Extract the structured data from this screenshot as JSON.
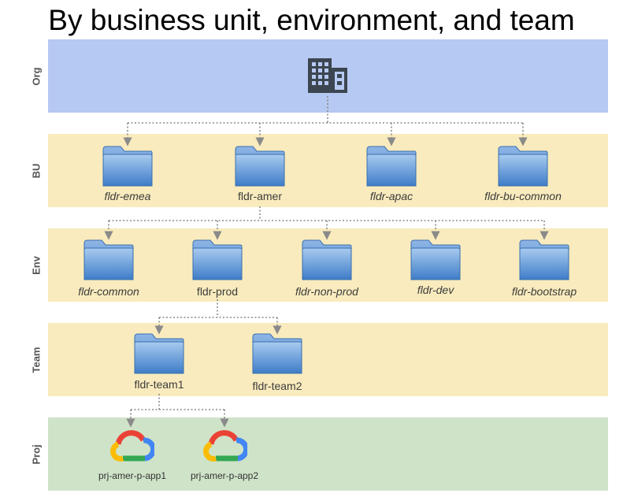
{
  "title": "By business unit, environment, and team",
  "colors": {
    "org_band": "#b6c9f2",
    "bu_band": "#f9ebbd",
    "env_band": "#f9ebbd",
    "team_band": "#f9ebbd",
    "proj_band": "#cfe3c8",
    "folder_top": "#a8cbf0",
    "folder_bottom": "#3e7cc7",
    "connector": "#8a8a8a"
  },
  "bands": {
    "org": "Org",
    "bu": "BU",
    "env": "Env",
    "team": "Team",
    "proj": "Proj"
  },
  "org_icon": "building-icon",
  "folder_icon": "folder-icon",
  "project_icon": "google-cloud-icon",
  "bu_folders": [
    "fldr-emea",
    "fldr-amer",
    "fldr-apac",
    "fldr-bu-common"
  ],
  "env_folders": [
    "fldr-common",
    "fldr-prod",
    "fldr-non-prod",
    "fldr-dev",
    "fldr-bootstrap"
  ],
  "team_folders": [
    "fldr-team1",
    "fldr-team2"
  ],
  "projects": [
    "prj-amer-p-app1",
    "prj-amer-p-app2"
  ]
}
